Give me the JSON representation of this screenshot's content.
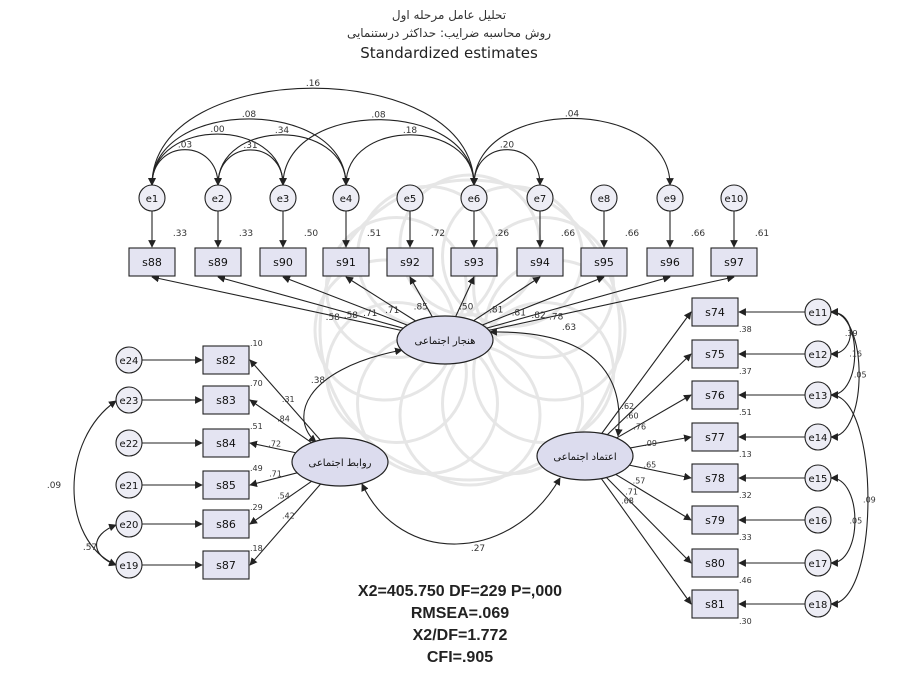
{
  "title": {
    "line1": "تحلیل عامل مرحله اول",
    "line2": "روش محاسبه ضرایب: حداکثر درستنمایی",
    "line3": "Standardized estimates"
  },
  "latents": {
    "social_norms": "هنجار اجتماعی",
    "social_relations": "روابط اجتماعی",
    "social_trust": "اعتماد اجتماعی"
  },
  "latent_correlations": {
    "norms_relations": ".38",
    "norms_trust": ".63",
    "relations_trust": ".27"
  },
  "top_indicators": [
    {
      "error": "e1",
      "item": "s88",
      "r2": ".33",
      "loading": ".58"
    },
    {
      "error": "e2",
      "item": "s89",
      "r2": ".33",
      "loading": ".58"
    },
    {
      "error": "e3",
      "item": "s90",
      "r2": ".50",
      "loading": ".71"
    },
    {
      "error": "e4",
      "item": "s91",
      "r2": ".51",
      "loading": ".71"
    },
    {
      "error": "e5",
      "item": "s92",
      "r2": ".72",
      "loading": ".85"
    },
    {
      "error": "e6",
      "item": "s93",
      "r2": ".26",
      "loading": ".50"
    },
    {
      "error": "e7",
      "item": "s94",
      "r2": ".66",
      "loading": ".81"
    },
    {
      "error": "e8",
      "item": "s95",
      "r2": ".66",
      "loading": ".81"
    },
    {
      "error": "e9",
      "item": "s96",
      "r2": ".66",
      "loading": ".82"
    },
    {
      "error": "e10",
      "item": "s97",
      "r2": ".61",
      "loading": ".78"
    }
  ],
  "top_error_covariances": [
    {
      "from": 0,
      "to": 5,
      "value": ".16"
    },
    {
      "from": 2,
      "to": 5,
      "value": ".08"
    },
    {
      "from": 0,
      "to": 3,
      "value": ".08"
    },
    {
      "from": 0,
      "to": 2,
      "value": ".00"
    },
    {
      "from": 1,
      "to": 3,
      "value": ".34"
    },
    {
      "from": 0,
      "to": 1,
      "value": ".03"
    },
    {
      "from": 1,
      "to": 2,
      "value": ".31"
    },
    {
      "from": 3,
      "to": 5,
      "value": ".18"
    },
    {
      "from": 5,
      "to": 8,
      "value": ".04"
    },
    {
      "from": 5,
      "to": 6,
      "value": ".20"
    }
  ],
  "left_indicators": [
    {
      "error": "e24",
      "item": "s82",
      "r2": ".10",
      "loading": ".31"
    },
    {
      "error": "e23",
      "item": "s83",
      "r2": ".70",
      "loading": ".84"
    },
    {
      "error": "e22",
      "item": "s84",
      "r2": ".51",
      "loading": ".72"
    },
    {
      "error": "e21",
      "item": "s85",
      "r2": ".49",
      "loading": ".71"
    },
    {
      "error": "e20",
      "item": "s86",
      "r2": ".29",
      "loading": ".54"
    },
    {
      "error": "e19",
      "item": "s87",
      "r2": ".18",
      "loading": ".42"
    }
  ],
  "left_error_covariances": [
    {
      "from": "e23",
      "to": "e19",
      "value": ".09"
    },
    {
      "from": "e20",
      "to": "e19",
      "value": ".57"
    }
  ],
  "right_indicators": [
    {
      "error": "e11",
      "item": "s74",
      "r2": ".38",
      "loading": ".62"
    },
    {
      "error": "e12",
      "item": "s75",
      "r2": ".37",
      "loading": ".60"
    },
    {
      "error": "e13",
      "item": "s76",
      "r2": ".51",
      "loading": ".76"
    },
    {
      "error": "e14",
      "item": "s77",
      "r2": ".13",
      "loading": ".09"
    },
    {
      "error": "e15",
      "item": "s78",
      "r2": ".32",
      "loading": ".65"
    },
    {
      "error": "e16",
      "item": "s79",
      "r2": ".33",
      "loading": ".57"
    },
    {
      "error": "e17",
      "item": "s80",
      "r2": ".46",
      "loading": ".71"
    },
    {
      "error": "e18",
      "item": "s81",
      "r2": ".30",
      "loading": ".68"
    }
  ],
  "right_error_covariances": [
    {
      "from": "e11",
      "to": "e12",
      "value": ".39"
    },
    {
      "from": "e11",
      "to": "e13",
      "value": ".16"
    },
    {
      "from": "e11",
      "to": "e14",
      "value": ".05"
    },
    {
      "from": "e13",
      "to": "e18",
      "value": ".09"
    },
    {
      "from": "e15",
      "to": "e17",
      "value": ".05"
    }
  ],
  "fit": {
    "line1": "X2=405.750  DF=229  P=,000",
    "line2": "RMSEA=.069",
    "line3": "X2/DF=1.772",
    "line4": "CFI=.905"
  },
  "colors": {
    "box_fill": "#e4e4f2",
    "latent_fill": "#dcdcee",
    "error_fill": "#ededf5",
    "line": "#222222",
    "watermark": "#e6e6e6"
  }
}
